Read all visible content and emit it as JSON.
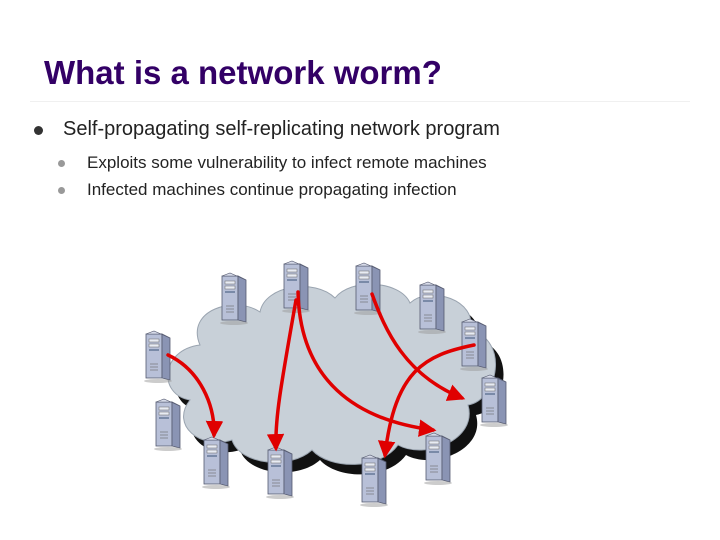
{
  "slide": {
    "title": "What is a network worm?",
    "bullets": [
      {
        "text": "Self-propagating self-replicating network program",
        "children": [
          "Exploits some vulnerability to infect remote machines",
          "Infected machines continue propagating infection"
        ]
      }
    ]
  },
  "colors": {
    "title": "#330066",
    "cloud_fill": "#c8d0d8",
    "arrow": "#e00000",
    "server_front": "#b8c0d8",
    "server_side": "#8a94b4"
  },
  "icons": {
    "bullet_primary": "filled-circle",
    "bullet_secondary": "filled-circle-gray",
    "machine": "server-tower-icon",
    "network": "cloud-icon",
    "infection": "red-arrow"
  }
}
